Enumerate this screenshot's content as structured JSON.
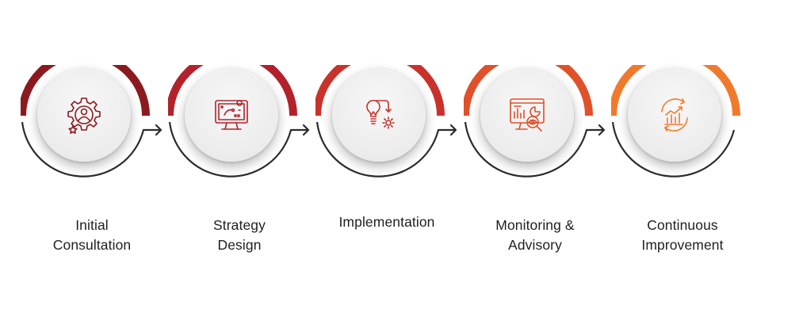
{
  "steps": [
    {
      "id": "initial-consultation",
      "label_lines": [
        "Initial",
        "Consultation"
      ],
      "color": "#8b1a1f",
      "icon": "gear-person-star-icon"
    },
    {
      "id": "strategy-design",
      "label_lines": [
        "Strategy",
        "Design"
      ],
      "color": "#b3222a",
      "icon": "monitor-strategy-board-icon"
    },
    {
      "id": "implementation",
      "label_lines": [
        "Implementation"
      ],
      "color": "#c9322b",
      "icon": "bulb-arrow-gear-icon"
    },
    {
      "id": "monitoring-advisory",
      "label_lines": [
        "Monitoring &",
        "Advisory"
      ],
      "color": "#e0512a",
      "icon": "dashboard-magnifier-icon"
    },
    {
      "id": "continuous-improvement",
      "label_lines": [
        "Continuous",
        "Improvement"
      ],
      "color": "#f07a2c",
      "icon": "cycle-growth-chart-icon"
    }
  ],
  "connector_color": "#2b2b2b"
}
